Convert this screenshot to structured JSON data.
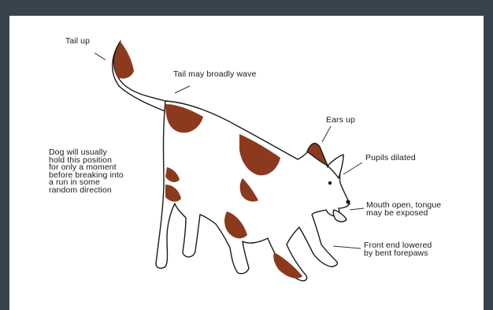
{
  "annotations": {
    "tail_up": "Tail up",
    "tail_wave": "Tail may broadly wave",
    "ears_up": "Ears up",
    "pupils": "Pupils dilated",
    "mouth": "Mouth open, tongue\nmay be exposed",
    "front_end": "Front end lowered\nby bent forepaws",
    "hold_position": "Dog will usually\nhold this position\nfor only a moment\nbefore breaking into\na run in some\nrandom direction"
  },
  "colors": {
    "background": "#38444d",
    "panel": "#ffffff",
    "outline": "#1a1a1a",
    "patch": "#8c3a1e"
  }
}
